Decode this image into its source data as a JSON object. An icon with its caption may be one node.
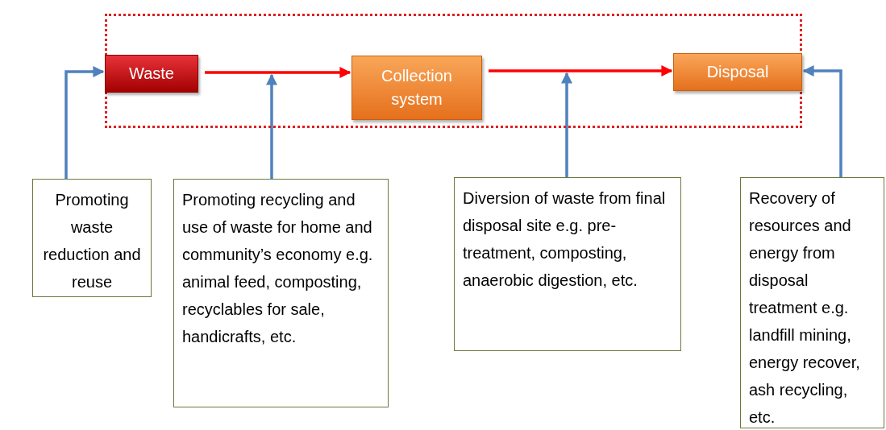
{
  "diagram": {
    "nodes": [
      {
        "text": [],
        "shape": "box"
      },
      {
        "text": [
          "Waste"
        ],
        "in": 0
      },
      {
        "text": [
          "Collection system"
        ],
        "in": 0
      },
      {
        "text": [
          "Disposal"
        ],
        "in": 0
      },
      {
        "text": [
          "Promoting waste reduction and reuse"
        ]
      },
      {
        "text": [
          "Promoting recycling and use of waste for home and community’s economy e.g. animal feed, composting, recyclables for sale, handicrafts, etc."
        ]
      },
      {
        "text": [
          "Diversion of waste from final disposal site e.g. pre-treatment, composting, anaerobic digestion, etc."
        ]
      },
      {
        "text": [
          "Recovery of resources and energy from disposal treatment e.g. landfill mining, energy recover, ash recycling, etc."
        ]
      }
    ],
    "edges": [
      {
        "from": 1,
        "to": 2,
        "arrow": "to",
        "color": "#ff0000"
      },
      {
        "from": 2,
        "to": 3,
        "arrow": "to",
        "color": "#ff0000"
      },
      {
        "from": 4,
        "to": 1,
        "arrow": "to",
        "color": "#4f81bd"
      },
      {
        "from": 5,
        "to": null,
        "arrow": "to",
        "color": "#4f81bd"
      },
      {
        "from": 6,
        "to": null,
        "arrow": "to",
        "color": "#4f81bd"
      },
      {
        "from": 7,
        "to": 3,
        "arrow": "to",
        "color": "#4f81bd"
      }
    ]
  }
}
